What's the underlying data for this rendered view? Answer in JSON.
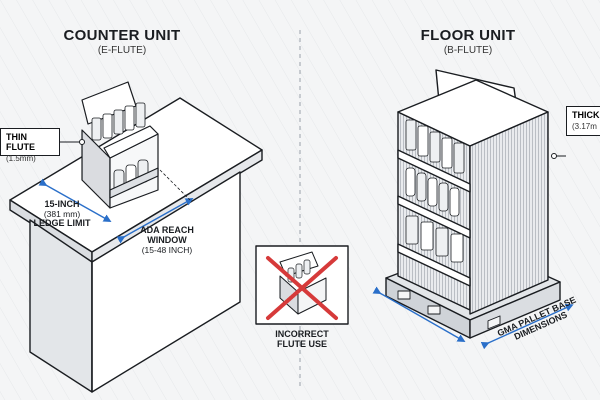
{
  "counter_unit": {
    "title": "COUNTER UNIT",
    "flute": "(E-FLUTE)",
    "callout_title": "THIN FLUTE",
    "callout_value": "(1.5mm)",
    "ledge_line1": "15-INCH",
    "ledge_line2": "(381 mm)",
    "ledge_line3": "LEDGE LIMIT",
    "ada_line1": "ADA REACH",
    "ada_line2": "WINDOW",
    "ada_line3": "(15-48 INCH)"
  },
  "floor_unit": {
    "title": "FLOOR UNIT",
    "flute": "(B-FLUTE)",
    "callout_title": "THICK",
    "callout_value": "(3.17m",
    "pallet_line1": "GMA PALLET BASE",
    "pallet_line2": "DIMENSIONS"
  },
  "incorrect": {
    "line1": "INCORRECT",
    "line2": "FLUTE USE"
  },
  "colors": {
    "ink": "#1a1d21",
    "cross": "#d63a3a",
    "accent": "#2a6fc9",
    "background": "#f4f5f6"
  }
}
